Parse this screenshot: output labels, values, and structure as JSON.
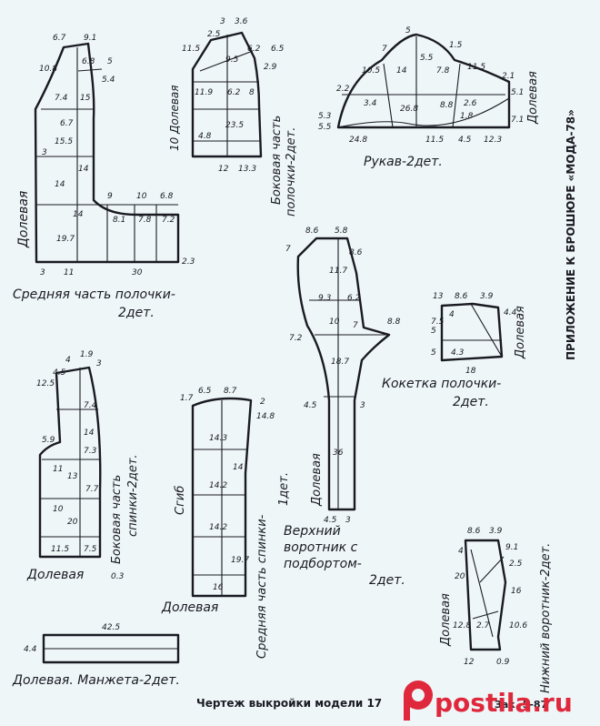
{
  "footer": {
    "title": "Чертеж выкройки модели 17",
    "order": "Зак. 5-87"
  },
  "side_note": "ПРИЛОЖЕНИЕ К БРОШЮРЕ «МОДА-78»",
  "watermark": "postila.ru",
  "pieces": {
    "front_middle": {
      "caption_1": "Средняя часть полочки-",
      "caption_2": "2дет.",
      "grain": "Долевая",
      "dims": [
        "6.7",
        "9.1",
        "10.8",
        "6.8",
        "5.4",
        "5",
        "7.4",
        "15",
        "6.7",
        "15.5",
        "3",
        "14",
        "14",
        "9",
        "10",
        "6.8",
        "14",
        "8.1",
        "7.8",
        "7.2",
        "19.7",
        "3",
        "11",
        "30",
        "2.3"
      ]
    },
    "front_side": {
      "caption_1": "Боковая часть",
      "caption_2": "полочки-2дет.",
      "grain": "10 Долевая",
      "dims": [
        "3",
        "3.6",
        "11.5",
        "2.5",
        "9.5",
        "6.2",
        "6.5",
        "2.9",
        "11.9",
        "6.2",
        "8",
        "4.8",
        "23.5",
        "12",
        "13.3"
      ]
    },
    "sleeve": {
      "caption": "Рукав-2дет.",
      "grain": "Долевая",
      "dims": [
        "5",
        "7",
        "1.5",
        "10.5",
        "14",
        "5.5",
        "7.8",
        "11.5",
        "2.1",
        "2.2",
        "3.4",
        "2.6",
        "5.1",
        "26.8",
        "8.8",
        "1.8",
        "5.3",
        "5.5",
        "7.1",
        "24.8",
        "11.5",
        "4.5",
        "12.3"
      ]
    },
    "upper_collar": {
      "caption_1": "Верхний",
      "caption_2": "воротник с",
      "caption_3": "подбортом-",
      "caption_4": "2дет.",
      "grain": "Долевая",
      "dims": [
        "8.6",
        "5.8",
        "7",
        "8.6",
        "11.7",
        "9.3",
        "6.2",
        "10",
        "7",
        "8.8",
        "7.2",
        "18.7",
        "4.5",
        "3",
        "36",
        "4.5",
        "3"
      ]
    },
    "yoke": {
      "caption_1": "Кокетка полочки-",
      "caption_2": "2дет.",
      "grain": "Долевая",
      "dims": [
        "13",
        "8.6",
        "3.9",
        "5",
        "7.5",
        "4",
        "4.4",
        "5",
        "4.3",
        "18"
      ]
    },
    "back_side": {
      "caption_1": "Боковая часть",
      "caption_2": "спинки-2дет.",
      "grain": "Долевая",
      "dims": [
        "4",
        "1.9",
        "12.5",
        "4.5",
        "3",
        "7.4",
        "14",
        "5.9",
        "7.3",
        "11",
        "13",
        "7.7",
        "10",
        "20",
        "11.5",
        "7.5",
        "0.3"
      ]
    },
    "back_middle": {
      "caption_1": "Средняя часть спинки-",
      "caption_2": "1дет.",
      "fold": "Сгиб",
      "grain": "Долевая",
      "dims": [
        "1.7",
        "6.5",
        "8.7",
        "14.8",
        "2",
        "14.3",
        "14",
        "14.2",
        "14.2",
        "19.7",
        "16"
      ]
    },
    "cuff": {
      "caption": "Долевая. Манжета-2дет.",
      "dims": [
        "4.4",
        "42.5"
      ]
    },
    "lower_collar": {
      "caption": "Нижний воротник-2дет.",
      "grain": "Долевая",
      "dims": [
        "8.6",
        "3.9",
        "4",
        "9.1",
        "2.5",
        "20",
        "16",
        "2.7",
        "12.8",
        "10.6",
        "12",
        "0.9"
      ]
    }
  }
}
